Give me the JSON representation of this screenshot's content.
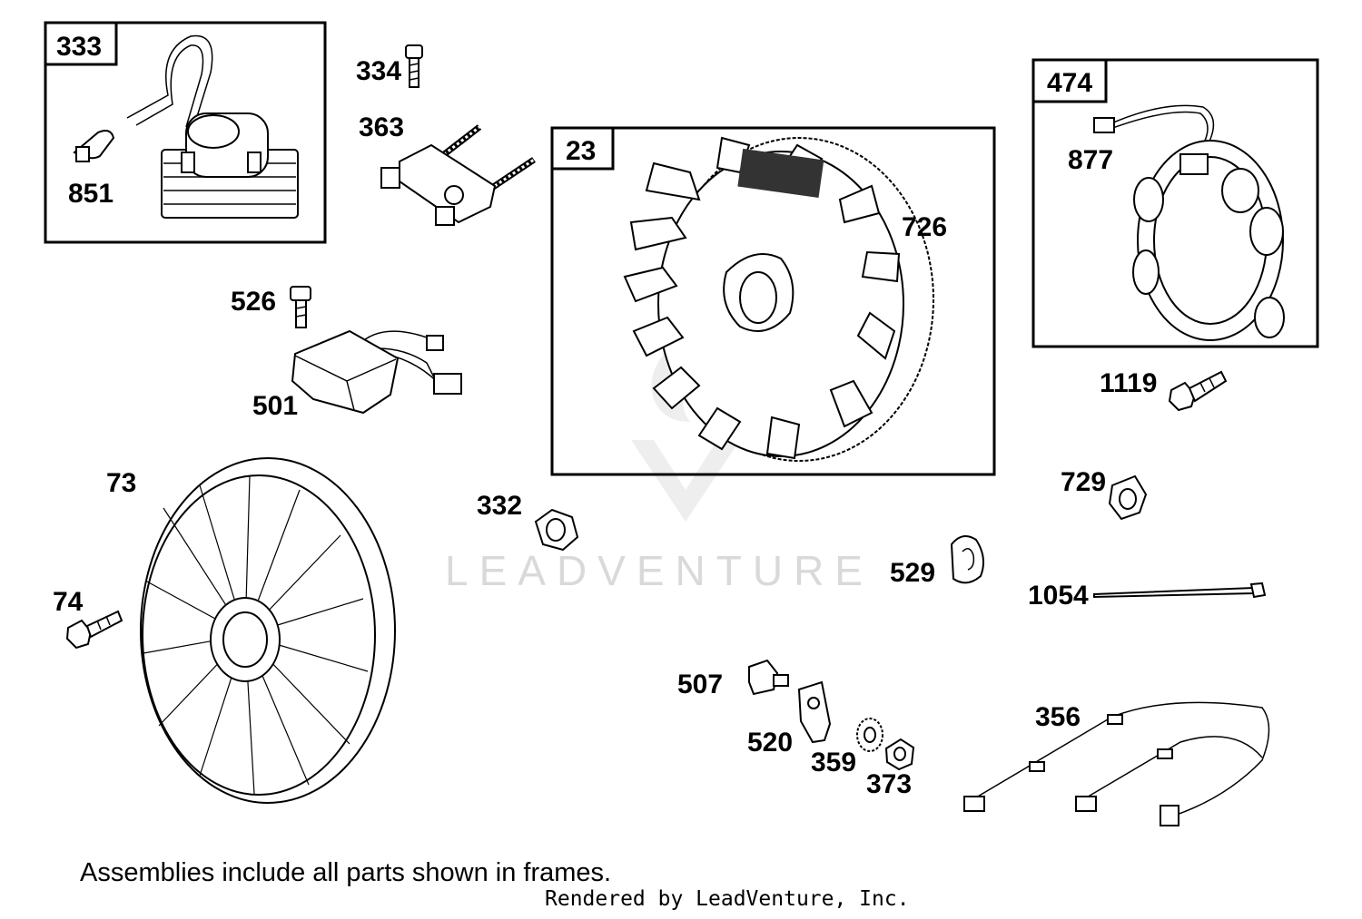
{
  "watermark": "LEADVENTURE",
  "frames": [
    {
      "id": "frame-333",
      "number": "333"
    },
    {
      "id": "frame-23",
      "number": "23"
    },
    {
      "id": "frame-474",
      "number": "474"
    }
  ],
  "parts": {
    "p851": "851",
    "p334": "334",
    "p363": "363",
    "p726": "726",
    "p877": "877",
    "p526": "526",
    "p501": "501",
    "p1119": "1119",
    "p73": "73",
    "p332": "332",
    "p729": "729",
    "p529": "529",
    "p1054": "1054",
    "p74": "74",
    "p507": "507",
    "p356": "356",
    "p520": "520",
    "p359": "359",
    "p373": "373"
  },
  "note": "Assemblies include all parts shown in frames.",
  "credit": "Rendered by LeadVenture, Inc."
}
